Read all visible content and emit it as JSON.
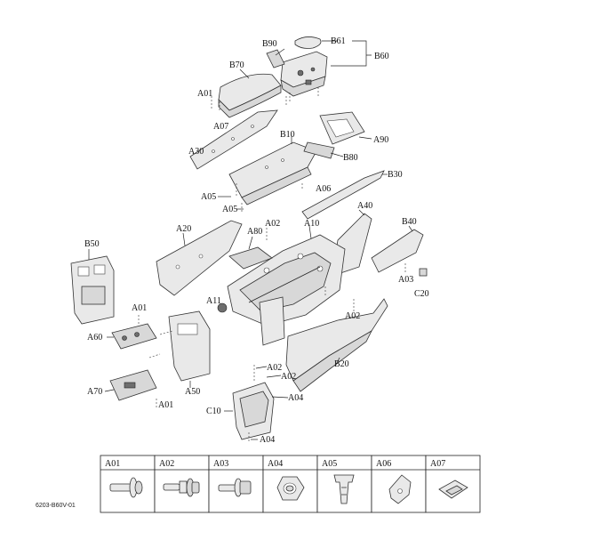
{
  "callouts": {
    "b90": "B90",
    "b61": "B61",
    "b60": "B60",
    "b70": "B70",
    "a01_top": "A01",
    "a07": "A07",
    "a30": "A30",
    "b10": "B10",
    "a90": "A90",
    "b80": "B80",
    "b30": "B30",
    "a05_1": "A05",
    "a06": "A06",
    "a05_2": "A05",
    "a40": "A40",
    "b40": "B40",
    "a02_top": "A02",
    "a10": "A10",
    "a80": "A80",
    "a20": "A20",
    "b50": "B50",
    "a03": "A03",
    "c20": "C20",
    "a11": "A11",
    "a02_mid": "A02",
    "a01_mid": "A01",
    "a60": "A60",
    "b20": "B20",
    "a02_low1": "A02",
    "a02_low2": "A02",
    "a70": "A70",
    "a50": "A50",
    "a04_mid": "A04",
    "a01_low": "A01",
    "c10": "C10",
    "a04_low": "A04"
  },
  "legend": {
    "items": [
      {
        "code": "A01",
        "icon": "bolt-flange-icon"
      },
      {
        "code": "A02",
        "icon": "bolt-stepped-icon"
      },
      {
        "code": "A03",
        "icon": "bolt-hex-icon"
      },
      {
        "code": "A04",
        "icon": "nut-icon"
      },
      {
        "code": "A05",
        "icon": "clip-icon"
      },
      {
        "code": "A06",
        "icon": "bracket-clip-icon"
      },
      {
        "code": "A07",
        "icon": "push-clip-icon"
      }
    ]
  },
  "reference_code": "6203-B60V-01"
}
